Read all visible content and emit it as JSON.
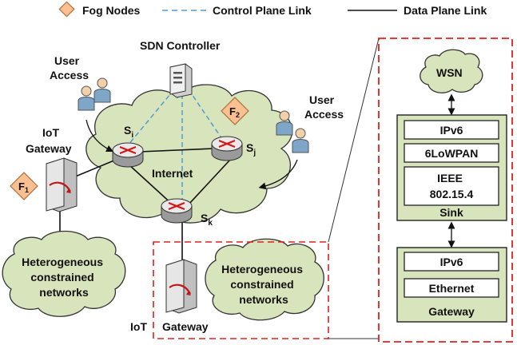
{
  "legend": {
    "fog_nodes": "Fog Nodes",
    "control_plane_link": "Control Plane Link",
    "data_plane_link": "Data Plane Link"
  },
  "network": {
    "sdn_controller": "SDN Controller",
    "internet": "Internet",
    "user_access_left": [
      "User",
      "Access"
    ],
    "user_access_right": [
      "User",
      "Access"
    ],
    "iot_gateway_left": [
      "IoT",
      "Gateway"
    ],
    "iot_gateway_bottom": [
      "IoT",
      "Gateway"
    ],
    "switch_i": "S",
    "switch_i_sub": "i",
    "switch_j": "S",
    "switch_j_sub": "j",
    "switch_k": "S",
    "switch_k_sub": "k",
    "fog_1": "F",
    "fog_1_sub": "1",
    "fog_2": "F",
    "fog_2_sub": "2",
    "hetero_left": [
      "Heterogeneous",
      "constrained",
      "networks"
    ],
    "hetero_right": [
      "Heterogeneous",
      "constrained",
      "networks"
    ]
  },
  "detail": {
    "wsn": "WSN",
    "sink_layers": [
      "IPv6",
      "6LoWPAN"
    ],
    "sink_ieee": [
      "IEEE",
      "802.15.4"
    ],
    "sink_label": "Sink",
    "gateway_layers": [
      "IPv6",
      "Ethernet"
    ],
    "gateway_label": "Gateway"
  },
  "colors": {
    "cloud_fill": "#d8e4bc",
    "fog_fill": "#fac090",
    "control_link": "#4f9bd0",
    "dashed_red": "#e0201c",
    "stack_fill": "#d8e4bc"
  }
}
